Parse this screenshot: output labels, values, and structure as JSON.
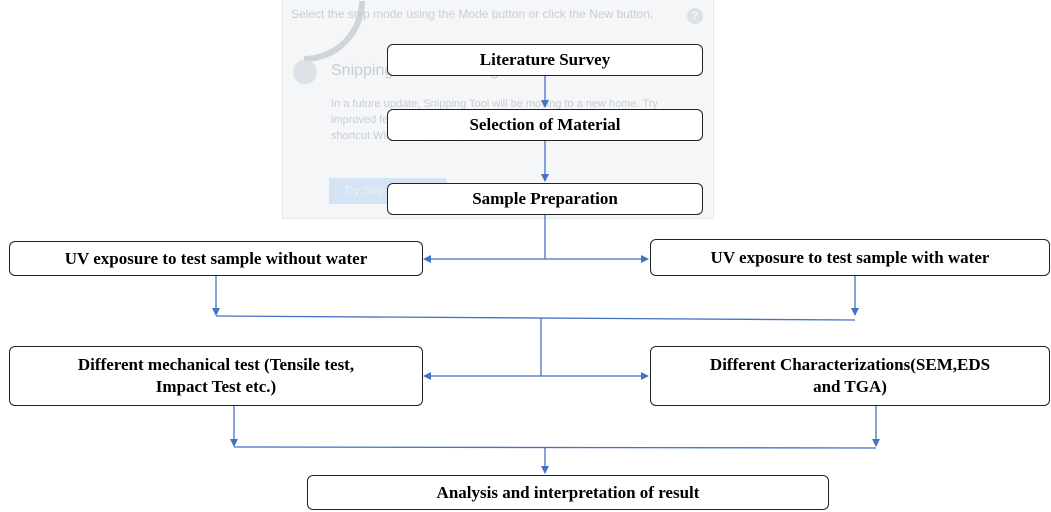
{
  "flowchart": {
    "step_1": "Literature Survey",
    "step_2": "Selection of Material",
    "step_3": "Sample Preparation",
    "branch_a_1": "UV exposure to test sample without water",
    "branch_b_1": "UV exposure to test sample with water",
    "branch_a_2_line1": "Different mechanical test (Tensile test,",
    "branch_a_2_line2": "Impact Test etc.)",
    "branch_b_2_line1": "Different Characterizations(SEM,EDS",
    "branch_b_2_line2": "and TGA)",
    "final": "Analysis and interpretation of result"
  },
  "ghost_overlay": {
    "top_text": "Select the snip mode using the Mode button or click the New button.",
    "help": "?",
    "heading": "Snipping Tool is moving...",
    "body": "In a future update, Snipping Tool will be moving to a new home. Try improved features and snip like usual with Snip & Sketch (or try the shortcut Windows logo key + Shift + S).",
    "button": "Try Snip & Sketch"
  },
  "colors": {
    "arrow": "#4472c4",
    "border": "#222222"
  }
}
